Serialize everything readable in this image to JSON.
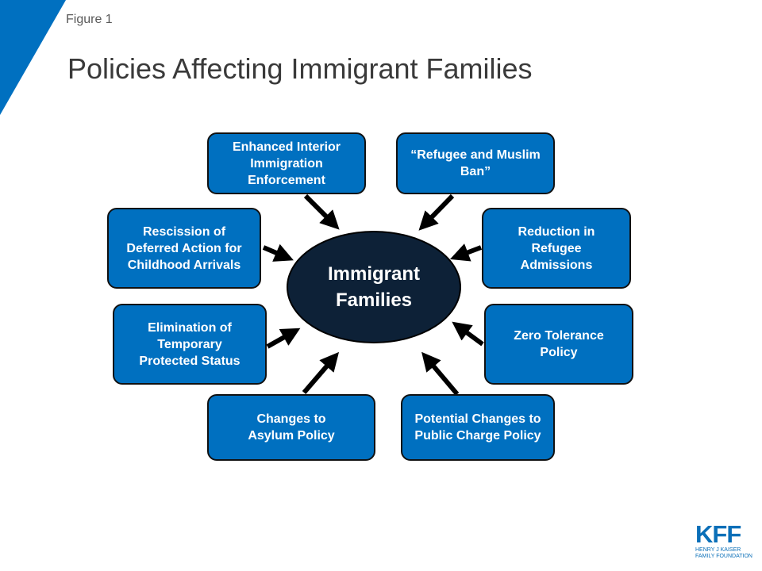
{
  "header": {
    "figure_label": "Figure 1",
    "title": "Policies Affecting Immigrant Families"
  },
  "diagram": {
    "center_label": "Immigrant Families",
    "colors": {
      "box_fill": "#0070c0",
      "center_fill": "#0d2137",
      "arrow": "#000000",
      "corner_accent": "#0070c0"
    },
    "nodes": [
      {
        "id": "enhanced-interior",
        "label": "Enhanced Interior Immigration Enforcement"
      },
      {
        "id": "refugee-muslim-ban",
        "label": "“Refugee and Muslim Ban”"
      },
      {
        "id": "daca-rescission",
        "label": "Rescission of Deferred Action for Childhood Arrivals"
      },
      {
        "id": "refugee-reduction",
        "label": "Reduction in Refugee Admissions"
      },
      {
        "id": "tps-elimination",
        "label": "Elimination of Temporary Protected Status"
      },
      {
        "id": "zero-tolerance",
        "label": "Zero Tolerance Policy"
      },
      {
        "id": "asylum-changes",
        "label": "Changes to Asylum Policy"
      },
      {
        "id": "public-charge",
        "label": "Potential Changes to Public Charge Policy"
      }
    ]
  },
  "footer": {
    "logo_text": "KFF",
    "logo_sub_line1": "HENRY J KAISER",
    "logo_sub_line2": "FAMILY FOUNDATION"
  }
}
